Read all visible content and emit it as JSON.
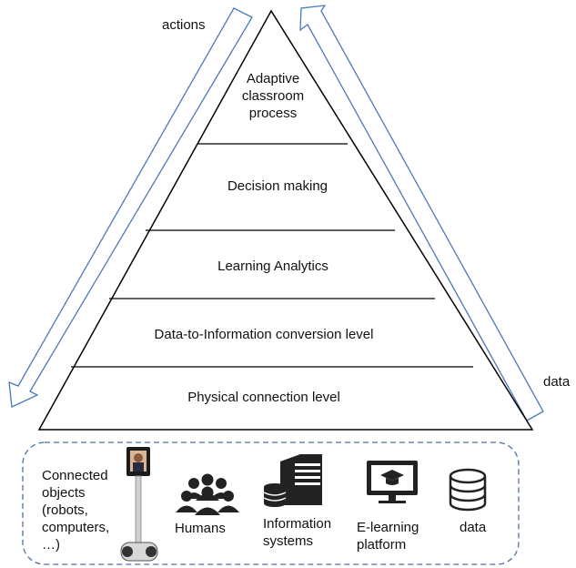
{
  "pyramid": {
    "levels": [
      {
        "label": "Adaptive\nclassroom\nprocess"
      },
      {
        "label": "Decision making"
      },
      {
        "label": "Learning Analytics"
      },
      {
        "label": "Data-to-Information conversion level"
      },
      {
        "label": "Physical connection level"
      }
    ]
  },
  "flows": {
    "actions_label": "actions",
    "data_label": "data"
  },
  "sources": {
    "connected_objects": "Connected\nobjects\n(robots,\ncomputers,\n…)",
    "humans": "Humans",
    "information_systems": "Information\nsystems",
    "elearning_platform": "E-learning\nplatform",
    "data": "data"
  },
  "icons": {
    "robot": "telepresence-robot-icon",
    "humans": "group-of-people-icon",
    "information_systems": "server-database-icon",
    "elearning": "monitor-graduation-cap-icon",
    "data": "database-cylinder-icon"
  },
  "colors": {
    "arrow_stroke": "#4a7ab8",
    "pyramid_stroke": "#000000",
    "box_stroke": "#4a6fa8",
    "icon_fill": "#222222"
  }
}
